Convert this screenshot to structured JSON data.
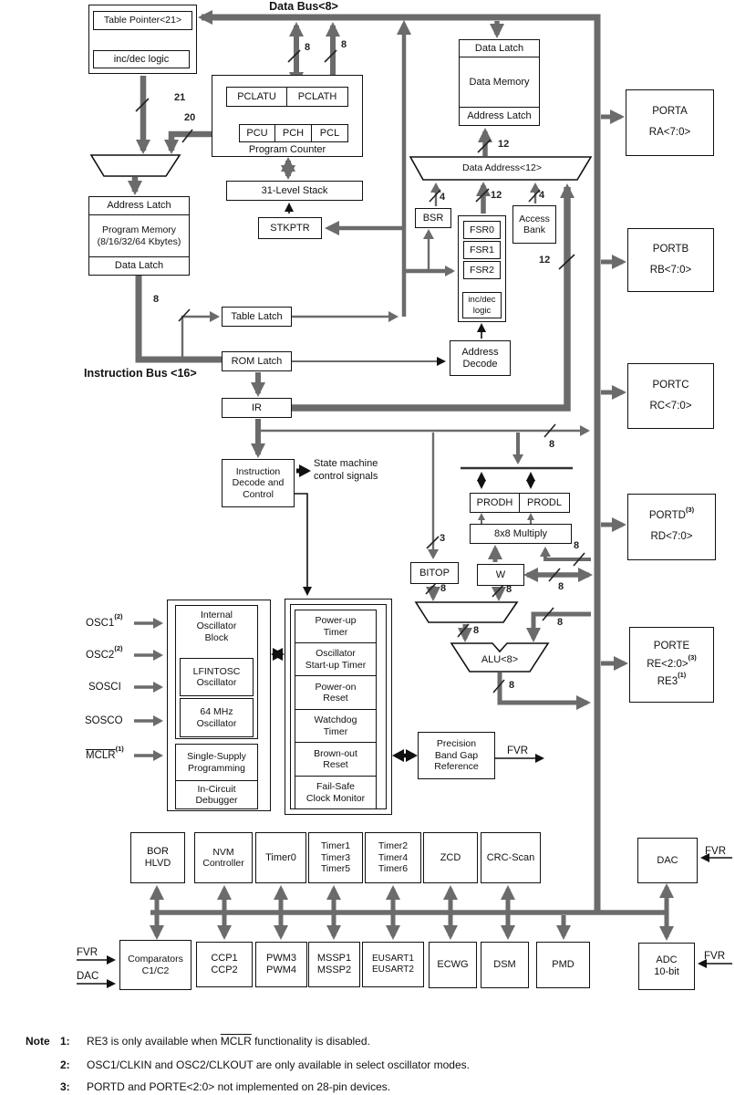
{
  "colors": {
    "bus_gray": "#6b6b6b",
    "line_black": "#1a1a1a"
  },
  "buses": {
    "data_bus": "Data Bus<8>",
    "instruction_bus": "Instruction Bus <16>",
    "w3": "3",
    "w4": "4",
    "w8": "8",
    "w12": "12",
    "w20": "20",
    "w21": "21"
  },
  "cpu": {
    "table_pointer": "Table Pointer<21>",
    "inc_dec": "inc/dec logic",
    "pclatu": "PCLATU",
    "pclath": "PCLATH",
    "pcu": "PCU",
    "pch": "PCH",
    "pcl": "PCL",
    "program_counter": "Program Counter",
    "stack": "31-Level Stack",
    "stkptr": "STKPTR",
    "address_latch": "Address Latch",
    "program_memory": "Program Memory\n(8/16/32/64 Kbytes)",
    "data_latch": "Data Latch",
    "table_latch": "Table Latch",
    "rom_latch": "ROM Latch",
    "ir": "IR",
    "decode": "Instruction\nDecode and\nControl",
    "state_machine": "State machine\ncontrol signals"
  },
  "memory": {
    "data_latch": "Data Latch",
    "data_memory": "Data Memory",
    "address_latch": "Address Latch",
    "data_address": "Data Address<12>",
    "bsr": "BSR",
    "fsr0": "FSR0",
    "fsr1": "FSR1",
    "fsr2": "FSR2",
    "inc_dec": "inc/dec\nlogic",
    "access_bank": "Access\nBank",
    "address_decode": "Address\nDecode"
  },
  "alu": {
    "prodh": "PRODH",
    "prodl": "PRODL",
    "multiply": "8x8 Multiply",
    "bitop": "BITOP",
    "w": "W",
    "alu": "ALU<8>"
  },
  "ports": {
    "porta": {
      "name": "PORTA",
      "pins": "RA<7:0>"
    },
    "portb": {
      "name": "PORTB",
      "pins": "RB<7:0>"
    },
    "portc": {
      "name": "PORTC",
      "pins": "RC<7:0>"
    },
    "portd": {
      "name": "PORTD",
      "sup": "(3)",
      "pins": "RD<7:0>"
    },
    "porte": {
      "name": "PORTE",
      "pins": "RE<2:0>",
      "pins_sup": "(3)",
      "line3": "RE3",
      "line3_sup": "(1)"
    }
  },
  "osc": {
    "osc1": "OSC1",
    "osc1_sup": "(2)",
    "osc2": "OSC2",
    "osc2_sup": "(2)",
    "sosci": "SOSCI",
    "sosco": "SOSCO",
    "mclr": "MCLR",
    "mclr_sup": "(1)",
    "internal_block": "Internal\nOscillator\nBlock",
    "lfintosc": "LFINTOSC\nOscillator",
    "mhz64": "64 MHz\nOscillator",
    "single_supply": "Single-Supply\nProgramming",
    "icd": "In-Circuit\nDebugger"
  },
  "resets": {
    "powerup": "Power-up\nTimer",
    "ost": "Oscillator\nStart-up Timer",
    "por": "Power-on\nReset",
    "wdt": "Watchdog\nTimer",
    "bor": "Brown-out\nReset",
    "fscm": "Fail-Safe\nClock Monitor"
  },
  "analog": {
    "bandgap": "Precision\nBand Gap\nReference",
    "fvr": "FVR",
    "dac": "DAC"
  },
  "peripherals": {
    "row1": [
      "BOR\nHLVD",
      "NVM\nController",
      "Timer0",
      "Timer1\nTimer3\nTimer5",
      "Timer2\nTimer4\nTimer6",
      "ZCD",
      "CRC-Scan"
    ],
    "dac": "DAC",
    "row2": [
      "Comparators\nC1/C2",
      "CCP1\nCCP2",
      "PWM3\nPWM4",
      "MSSP1\nMSSP2",
      "EUSART1\nEUSART2",
      "ECWG",
      "DSM",
      "PMD"
    ],
    "adc": "ADC\n10-bit"
  },
  "notes": {
    "note_word": "Note",
    "n1_num": "1:",
    "n1_pre": "RE3 is only available when ",
    "n1_ovl": "MCLR",
    "n1_post": " functionality is disabled.",
    "n2_num": "2:",
    "n2_text": "OSC1/CLKIN and OSC2/CLKOUT are only available in select oscillator modes.",
    "n3_num": "3:",
    "n3_text": "PORTD and PORTE<2:0> not implemented on 28-pin devices."
  }
}
